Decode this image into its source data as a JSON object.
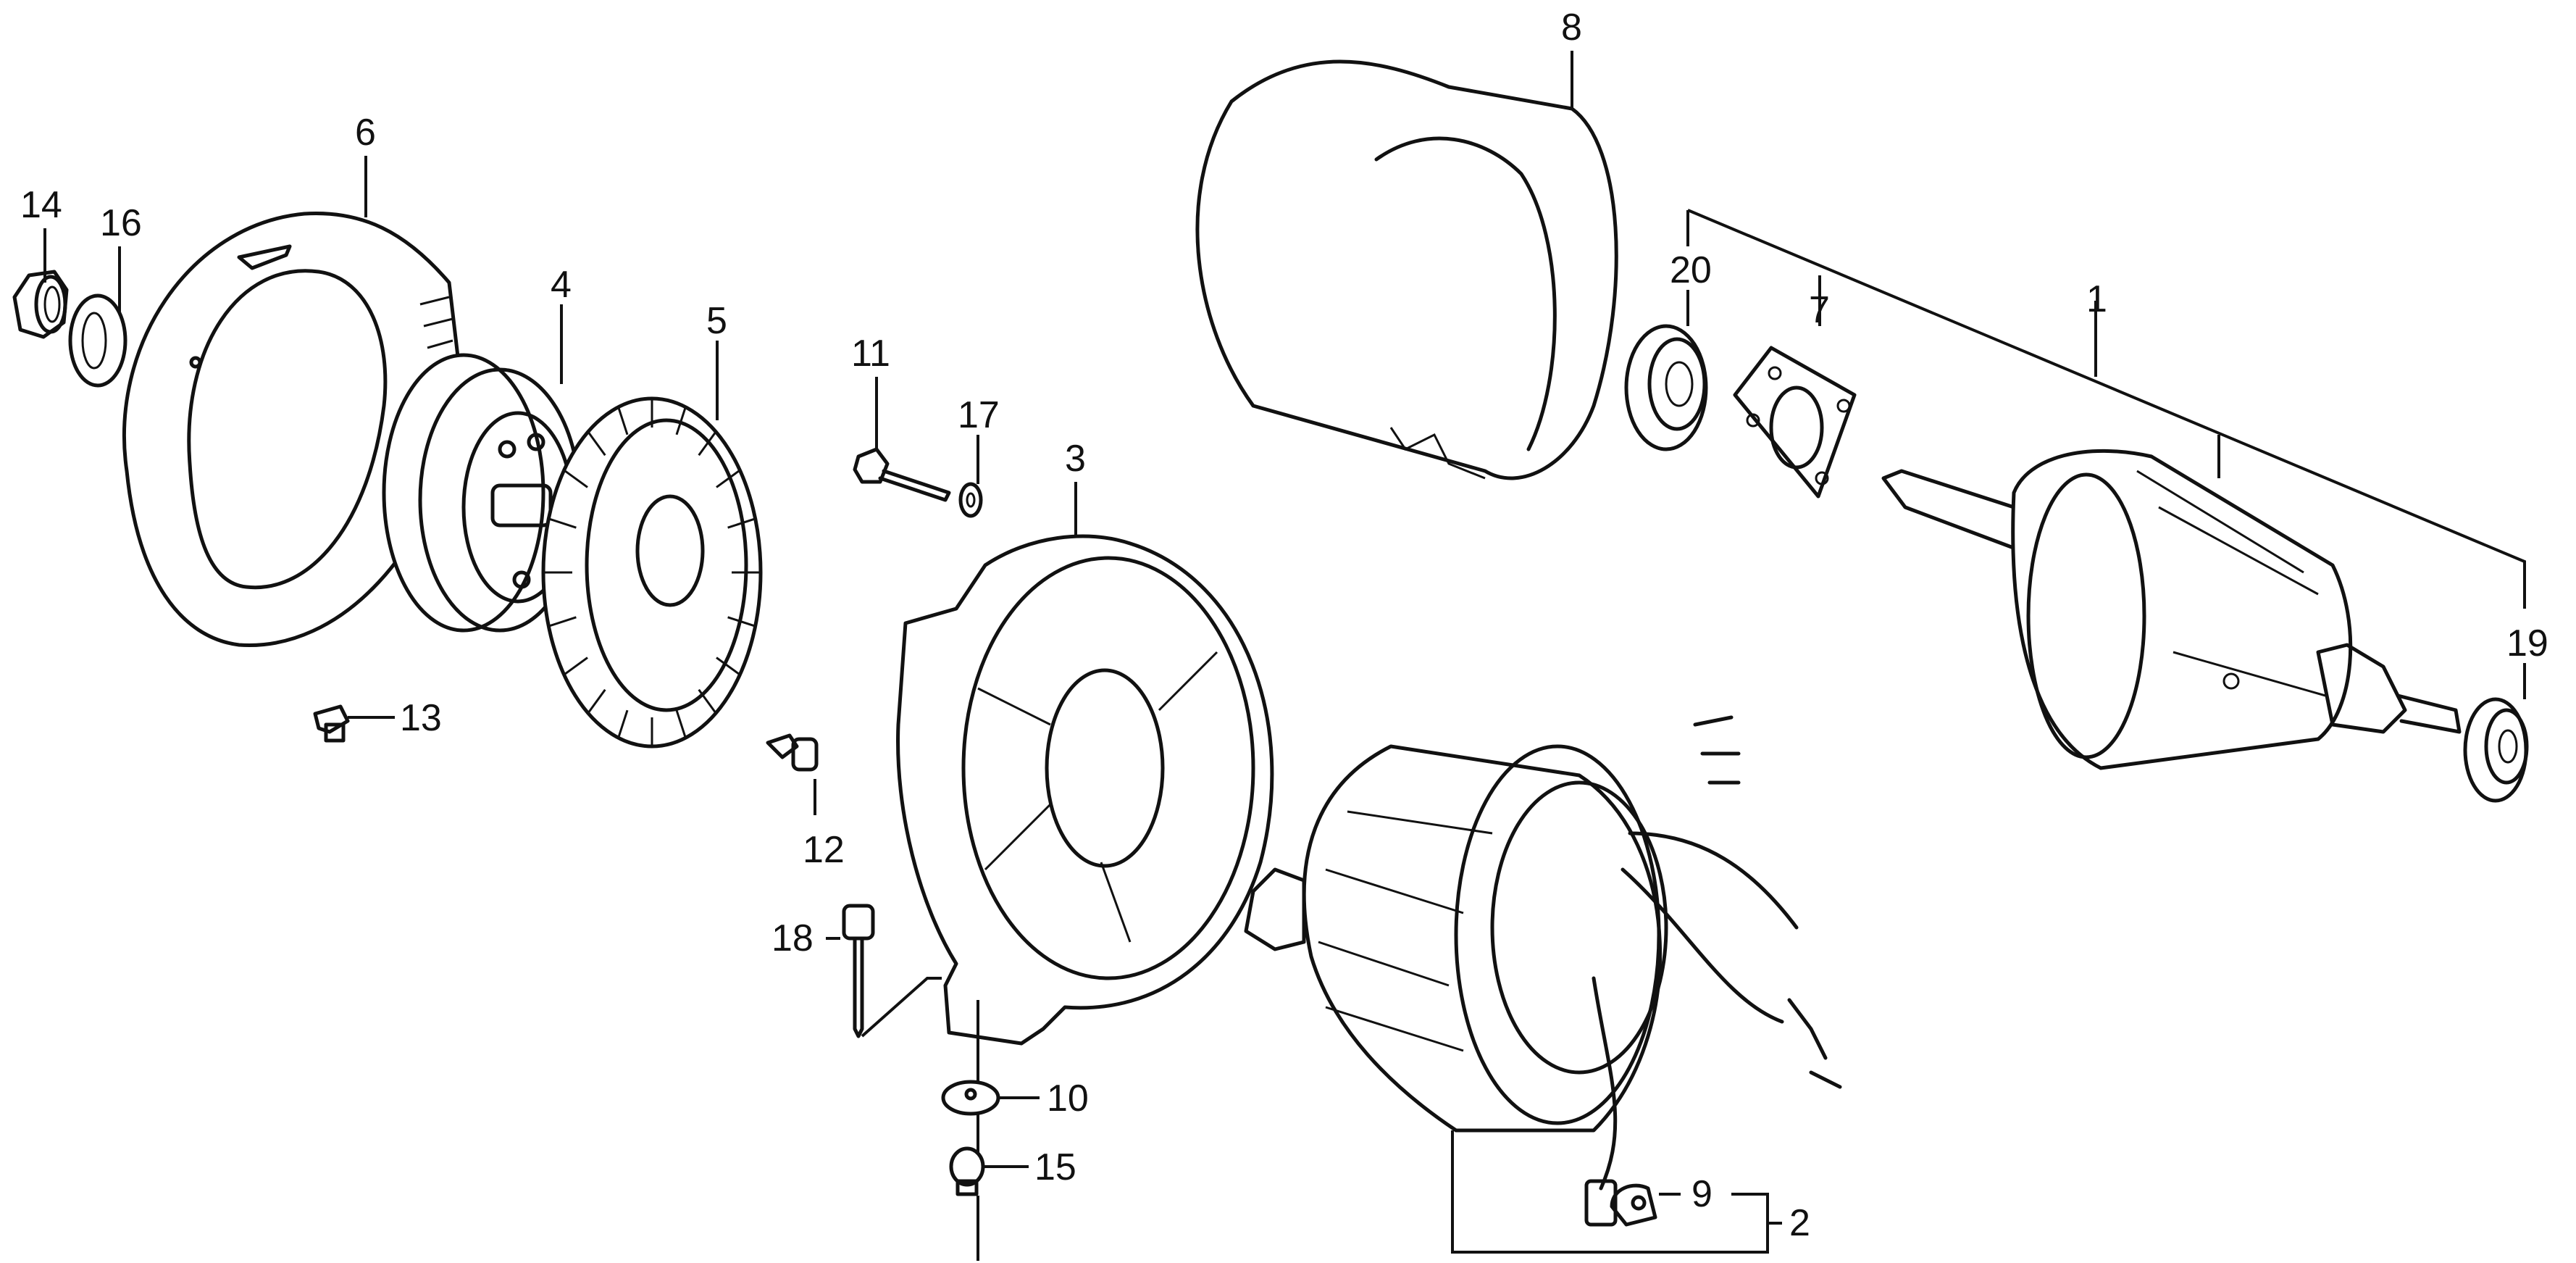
{
  "diagram": {
    "title": "Generator exploded parts view",
    "line_color": "#111111",
    "background": "#ffffff",
    "callouts": [
      {
        "id": "1",
        "label": "1",
        "part": "rotor-assembly"
      },
      {
        "id": "2",
        "label": "2",
        "part": "stator-assembly"
      },
      {
        "id": "3",
        "label": "3",
        "part": "front-housing"
      },
      {
        "id": "4",
        "label": "4",
        "part": "flywheel-hub"
      },
      {
        "id": "5",
        "label": "5",
        "part": "cooling-fan"
      },
      {
        "id": "6",
        "label": "6",
        "part": "fan-cover"
      },
      {
        "id": "7",
        "label": "7",
        "part": "bearing-holder-plate"
      },
      {
        "id": "8",
        "label": "8",
        "part": "rear-cover-band"
      },
      {
        "id": "9",
        "label": "9",
        "part": "wire-clamp"
      },
      {
        "id": "10",
        "label": "10",
        "part": "rubber-mount"
      },
      {
        "id": "11",
        "label": "11",
        "part": "bolt"
      },
      {
        "id": "12",
        "label": "12",
        "part": "screw"
      },
      {
        "id": "13",
        "label": "13",
        "part": "screw"
      },
      {
        "id": "14",
        "label": "14",
        "part": "nut"
      },
      {
        "id": "15",
        "label": "15",
        "part": "flange-nut"
      },
      {
        "id": "16",
        "label": "16",
        "part": "washer"
      },
      {
        "id": "17",
        "label": "17",
        "part": "washer"
      },
      {
        "id": "18",
        "label": "18",
        "part": "long-bolt"
      },
      {
        "id": "19",
        "label": "19",
        "part": "rear-bearing"
      },
      {
        "id": "20",
        "label": "20",
        "part": "front-bearing"
      }
    ]
  }
}
